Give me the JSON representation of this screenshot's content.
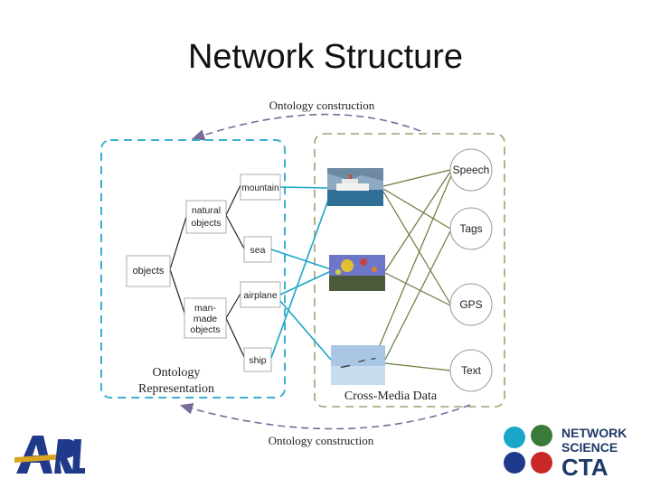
{
  "slide": {
    "title": "Network Structure"
  },
  "diagram": {
    "top_arrow_label": "Ontology construction",
    "bottom_arrow_label": "Ontology construction",
    "left_panel_label_line1": "Ontology",
    "left_panel_label_line2": "Representation",
    "right_panel_label": "Cross-Media Data",
    "nodes": {
      "objects": "objects",
      "natural_line1": "natural",
      "natural_line2": "objects",
      "manmade_line1": "man-",
      "manmade_line2": "made",
      "manmade_line3": "objects",
      "mountain": "mountain",
      "sea": "sea",
      "airplane": "airplane",
      "ship": "ship"
    },
    "modalities": [
      "Speech",
      "Tags",
      "GPS",
      "Text"
    ],
    "images": [
      "ship-on-lake-image",
      "balloons-over-field-image",
      "airplanes-in-sky-image"
    ]
  },
  "colors": {
    "cyan": "#1aa6c8",
    "olive": "#6b7a3c",
    "purple_dash": "#7a6a9a",
    "left_panel_border": "#3ab0d0",
    "right_panel_border": "#a0a070"
  },
  "logos": {
    "left": "ARL",
    "right_line1": "NETWORK",
    "right_line2": "SCIENCE",
    "right_line3": "CTA"
  }
}
